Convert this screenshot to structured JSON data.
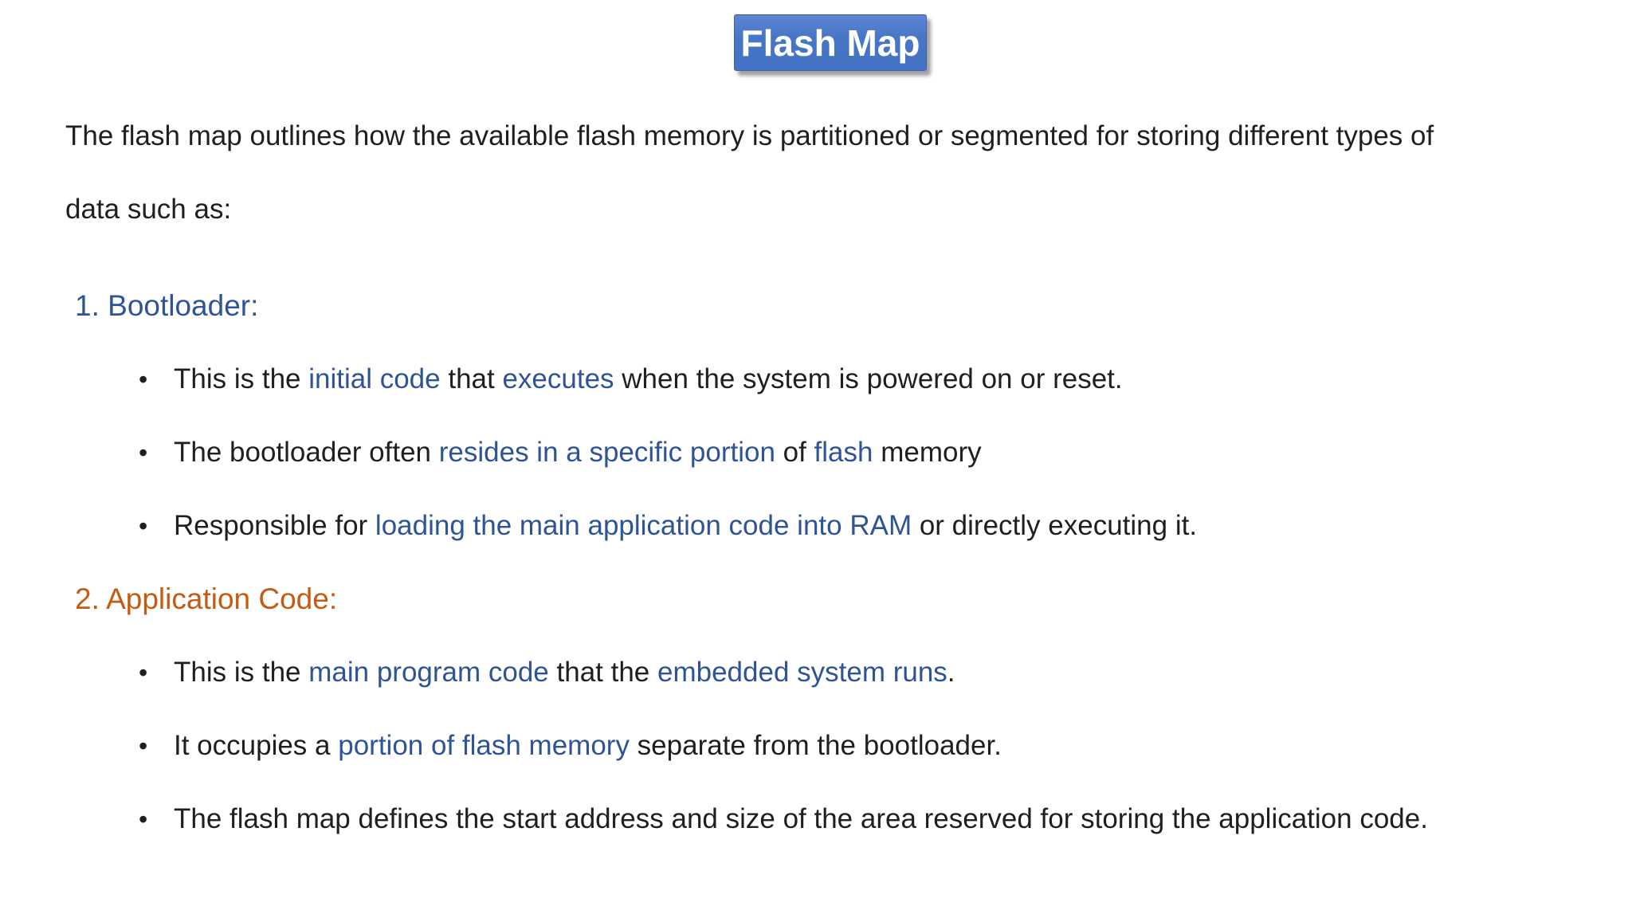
{
  "header": {
    "button_label": "Flash Map",
    "button_color": "#4472C4",
    "button_text_color": "#FFFFFF"
  },
  "intro": {
    "lines": [
      "The flash map outlines how the available flash memory is partitioned or segmented for storing different types of",
      "data such as:"
    ]
  },
  "colors": {
    "body_text": "#1F1F1F",
    "highlight_blue": "#2F5496",
    "section_bootloader": "#2F5496",
    "section_application": "#C55A11"
  },
  "bullet_glyph": "•",
  "sections": [
    {
      "heading": "1. Bootloader:",
      "color": "#2F5496",
      "bullets": [
        {
          "segments": [
            {
              "text": "This is the ",
              "highlight": false
            },
            {
              "text": "initial code",
              "highlight": true
            },
            {
              "text": " that ",
              "highlight": false
            },
            {
              "text": "executes",
              "highlight": true
            },
            {
              "text": " when the system is powered on or reset.",
              "highlight": false
            }
          ]
        },
        {
          "segments": [
            {
              "text": "The bootloader often ",
              "highlight": false
            },
            {
              "text": "resides in a specific portion",
              "highlight": true
            },
            {
              "text": " of ",
              "highlight": false
            },
            {
              "text": "flash",
              "highlight": true
            },
            {
              "text": " memory",
              "highlight": false
            }
          ]
        },
        {
          "segments": [
            {
              "text": "Responsible for ",
              "highlight": false
            },
            {
              "text": "loading the main application code into RAM",
              "highlight": true
            },
            {
              "text": " or directly executing it.",
              "highlight": false
            }
          ]
        }
      ]
    },
    {
      "heading": "2. Application Code:",
      "color": "#C55A11",
      "bullets": [
        {
          "segments": [
            {
              "text": "This is the ",
              "highlight": false
            },
            {
              "text": "main program code",
              "highlight": true
            },
            {
              "text": " that the ",
              "highlight": false
            },
            {
              "text": "embedded system runs",
              "highlight": true
            },
            {
              "text": ".",
              "highlight": false
            }
          ]
        },
        {
          "segments": [
            {
              "text": "It occupies a ",
              "highlight": false
            },
            {
              "text": "portion of flash memory",
              "highlight": true
            },
            {
              "text": " separate from the bootloader.",
              "highlight": false
            }
          ]
        },
        {
          "segments": [
            {
              "text": "The flash map defines the start address and size of the area reserved for storing the application code.",
              "highlight": false
            }
          ]
        }
      ]
    }
  ]
}
